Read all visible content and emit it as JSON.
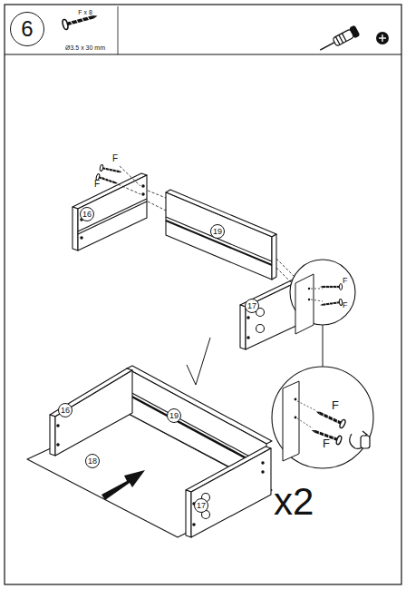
{
  "diagram": {
    "nodes": [
      {
        "text": [
          "6"
        ]
      },
      {
        "text": [
          "F x 8",
          "Ø3.5 x 30 mm"
        ]
      },
      {
        "text": [
          "16"
        ]
      },
      {
        "text": [
          "19"
        ]
      },
      {
        "text": [
          "17"
        ]
      },
      {
        "text": [
          "16"
        ]
      },
      {
        "text": [
          "19"
        ]
      },
      {
        "text": [
          "18"
        ]
      },
      {
        "text": [
          "17"
        ]
      }
    ],
    "labels": [
      "F",
      "F",
      "F",
      "F",
      "F",
      "F",
      "x2"
    ]
  }
}
